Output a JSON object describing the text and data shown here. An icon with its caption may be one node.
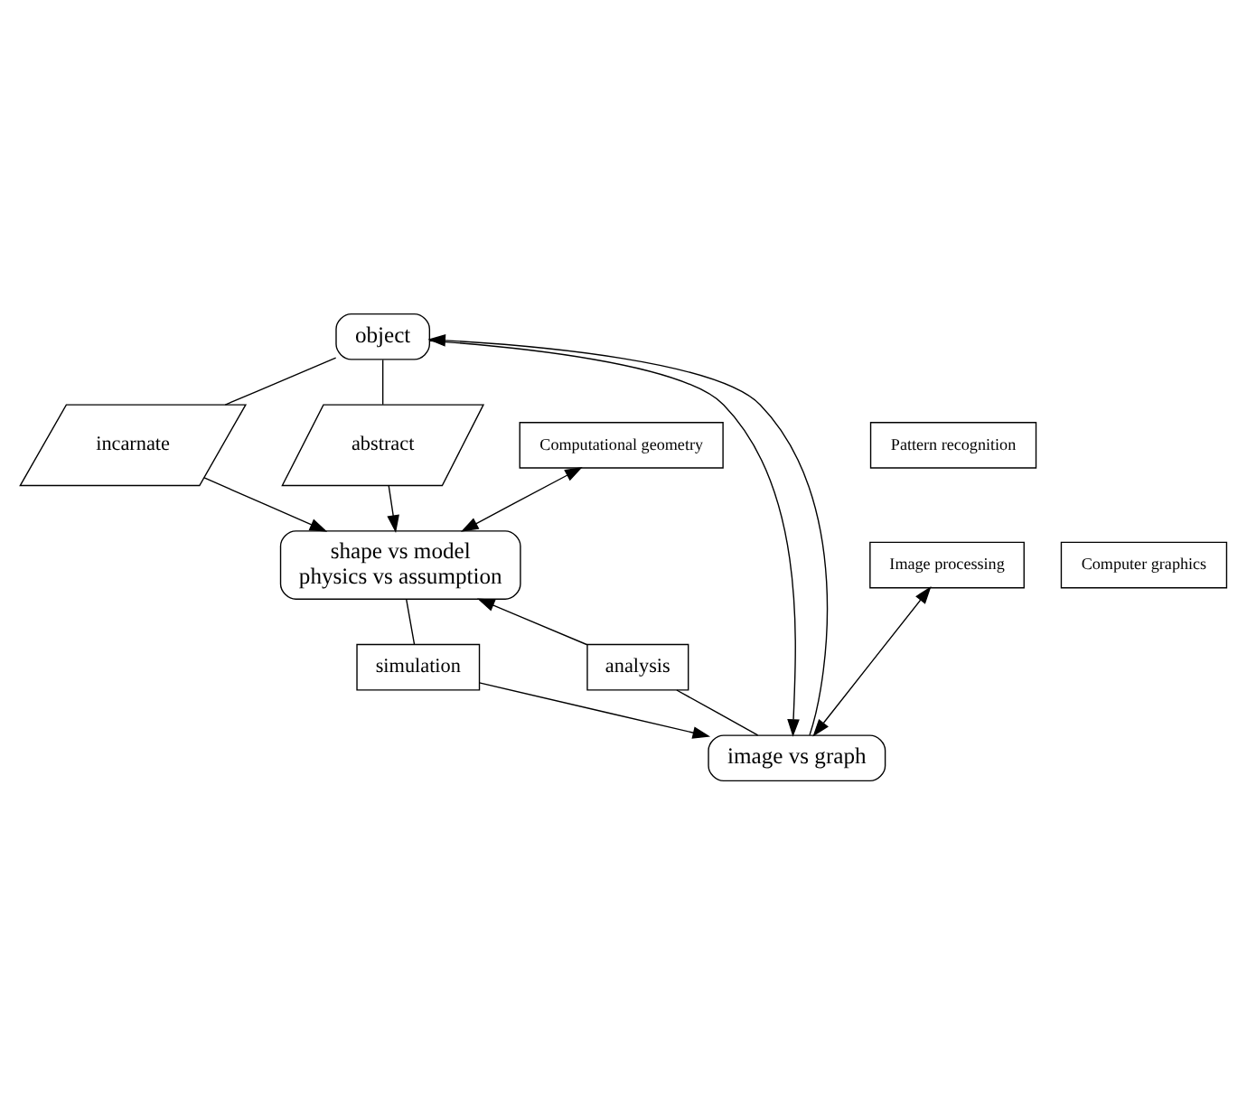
{
  "diagram": {
    "nodes": [
      {
        "text": [
          "object"
        ]
      },
      {
        "text": [
          "incarnate"
        ]
      },
      {
        "text": [
          "abstract"
        ]
      },
      {
        "text": [
          "Computational geometry"
        ]
      },
      {
        "text": [
          "Pattern recognition"
        ]
      },
      {
        "text": [
          "shape vs model",
          "physics vs assumption"
        ]
      },
      {
        "text": [
          "Computer graphics"
        ]
      },
      {
        "text": [
          "Image processing"
        ]
      },
      {
        "text": [
          "analysis"
        ]
      },
      {
        "text": [
          "simulation"
        ]
      },
      {
        "text": [
          "image vs graph"
        ]
      }
    ],
    "edges": [
      {
        "from": 0,
        "to": 1,
        "arrow": "none"
      },
      {
        "from": 0,
        "to": 2,
        "arrow": "none"
      },
      {
        "from": 1,
        "to": 5,
        "arrow": "to"
      },
      {
        "from": 2,
        "to": 5,
        "arrow": "to"
      },
      {
        "from": 3,
        "to": 5,
        "arrow": "both"
      },
      {
        "from": 10,
        "to": 0,
        "arrow": "to"
      },
      {
        "from": 0,
        "to": 10,
        "arrow": "to"
      },
      {
        "from": 7,
        "to": 10,
        "arrow": "both"
      },
      {
        "from": 8,
        "to": 5,
        "arrow": "to"
      },
      {
        "from": 10,
        "to": 8,
        "arrow": "none"
      },
      {
        "from": 5,
        "to": 9,
        "arrow": "none"
      },
      {
        "from": 9,
        "to": 10,
        "arrow": "to"
      }
    ]
  }
}
